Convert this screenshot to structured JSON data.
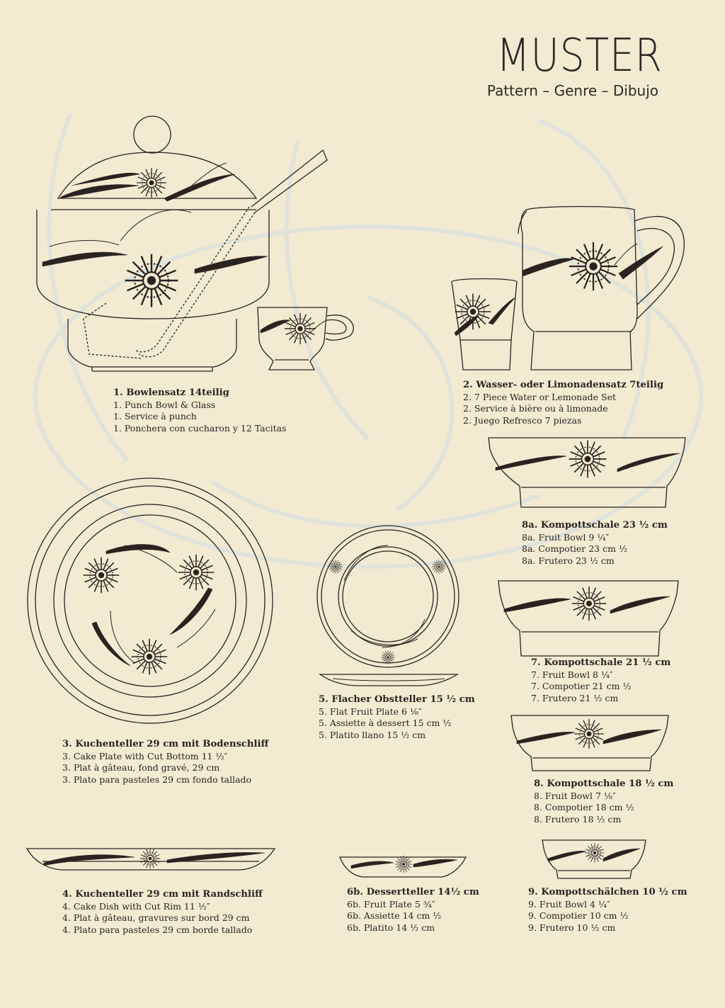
{
  "header": {
    "title": "MUSTER",
    "subtitle": "Pattern – Genre – Dibujo"
  },
  "items": {
    "i1": {
      "title": "1. Bowlensatz 14teilig",
      "lines": [
        "1. Punch Bowl & Glass",
        "1. Service à punch",
        "1. Ponchera con cucharon y 12 Tacitas"
      ]
    },
    "i2": {
      "title": "2. Wasser- oder Limonadensatz 7teilig",
      "lines": [
        "2. 7 Piece Water or Lemonade Set",
        "2. Service à bière ou à limonade",
        "2. Juego Refresco 7 piezas"
      ]
    },
    "i8a": {
      "title": "8a. Kompottschale 23 ½ cm",
      "lines": [
        "8a. Fruit Bowl 9 ¼″",
        "8a. Compotier 23 cm ½",
        "8a. Frutero 23 ½ cm"
      ]
    },
    "i3": {
      "title": "3. Kuchenteller 29 cm mit Bodenschliff",
      "lines": [
        "3. Cake Plate with Cut Bottom 11 ½″",
        "3. Plat à gâteau, fond gravé, 29 cm",
        "3. Plato para pasteles 29 cm fondo tallado"
      ]
    },
    "i5": {
      "title": "5. Flacher Obstteller 15 ½ cm",
      "lines": [
        "5. Flat Fruit Plate 6 ⅛″",
        "5. Assiette à dessert 15 cm ½",
        "5. Platito llano 15 ½ cm"
      ]
    },
    "i7": {
      "title": "7. Kompottschale 21 ½ cm",
      "lines": [
        "7. Fruit Bowl 8 ¼″",
        "7. Compotier 21 cm ½",
        "7. Frutero 21 ½ cm"
      ]
    },
    "i8": {
      "title": "8. Kompottschale 18 ½ cm",
      "lines": [
        "8. Fruit Bowl 7 ⅛″",
        "8. Compotier 18 cm ½",
        "8. Frutero 18 ½ cm"
      ]
    },
    "i4": {
      "title": "4. Kuchenteller 29 cm mit Randschliff",
      "lines": [
        "4. Cake Dish with Cut Rim 11 ½″",
        "4. Plat à gâteau, gravures sur bord 29 cm",
        "4. Plato para pasteles 29 cm borde tallado"
      ]
    },
    "i6b": {
      "title": "6b. Dessertteller 14½ cm",
      "lines": [
        "6b. Fruit Plate 5 ¾″",
        "6b. Assiette 14 cm ½",
        "6b. Platito 14 ½ cm"
      ]
    },
    "i9": {
      "title": "9. Kompottschälchen 10 ½ cm",
      "lines": [
        "9. Fruit Bowl 4 ¼″",
        "9. Compotier 10 cm ½",
        "9. Frutero 10 ½ cm"
      ]
    }
  }
}
